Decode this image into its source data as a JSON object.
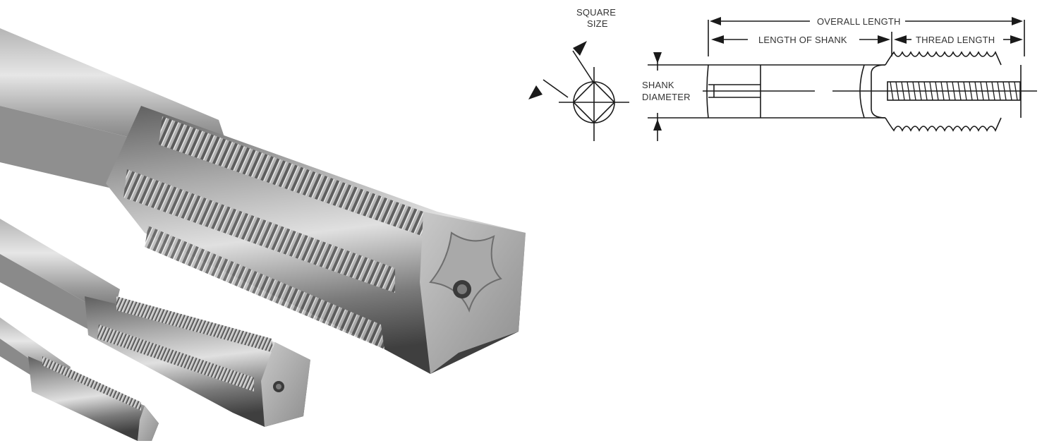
{
  "diagram": {
    "square_size_line1": "SQUARE",
    "square_size_line2": "SIZE",
    "shank_diameter_line1": "SHANK",
    "shank_diameter_line2": "DIAMETER",
    "overall_length": "OVERALL LENGTH",
    "length_of_shank": "LENGTH OF SHANK",
    "thread_length": "THREAD LENGTH"
  },
  "photo": {
    "subject": "three-tap-tools-photo"
  },
  "colors": {
    "line": "#1a1a1a",
    "label": "#333333",
    "steel_light": "#d9d9d9",
    "steel_mid": "#9a9a9a",
    "steel_dark": "#4a4a4a"
  }
}
